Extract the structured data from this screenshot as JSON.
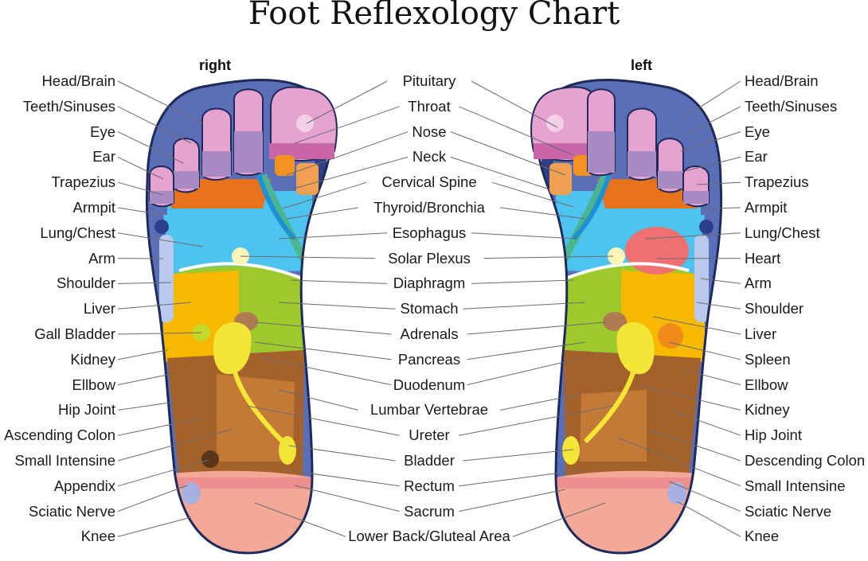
{
  "title": "Foot Reflexology Chart",
  "feet": {
    "right": "right",
    "left": "left"
  },
  "labels": {
    "right_foot_side": [
      "Head/Brain",
      "Teeth/Sinuses",
      "Eye",
      "Ear",
      "Trapezius",
      "Armpit",
      "Lung/Chest",
      "Arm",
      "Shoulder",
      "Liver",
      "Gall Bladder",
      "Kidney",
      "Ellbow",
      "Hip Joint",
      "Ascending Colon",
      "Small Intensine",
      "Appendix",
      "Sciatic Nerve",
      "Knee"
    ],
    "center": [
      "Pituitary",
      "Throat",
      "Nose",
      "Neck",
      "Cervical Spine",
      "Thyroid/Bronchia",
      "Esophagus",
      "Solar Plexus",
      "Diaphragm",
      "Stomach",
      "Adrenals",
      "Pancreas",
      "Duodenum",
      "Lumbar Vertebrae",
      "Ureter",
      "Bladder",
      "Rectum",
      "Sacrum",
      "Lower Back/Gluteal Area"
    ],
    "left_foot_side": [
      "Head/Brain",
      "Teeth/Sinuses",
      "Eye",
      "Ear",
      "Trapezius",
      "Armpit",
      "Lung/Chest",
      "Heart",
      "Arm",
      "Shoulder",
      "Liver",
      "Spleen",
      "Ellbow",
      "Kidney",
      "Hip Joint",
      "Descending Colon",
      "Small Intensine",
      "Sciatic Nerve",
      "Knee"
    ]
  },
  "colors": {
    "outline": "#1e2a5a",
    "edge_blue": "#5a6fb8",
    "toe_pink": "#e7a3cf",
    "toe_purple": "#a98bc4",
    "orange": "#e8731b",
    "lung_blue": "#4fc3ef",
    "green": "#9dc92b",
    "yellow": "#f6b900",
    "brown": "#a4622a",
    "heel": "#f3a898",
    "heart": "#ee7070",
    "ureter_yellow": "#f4e637"
  }
}
